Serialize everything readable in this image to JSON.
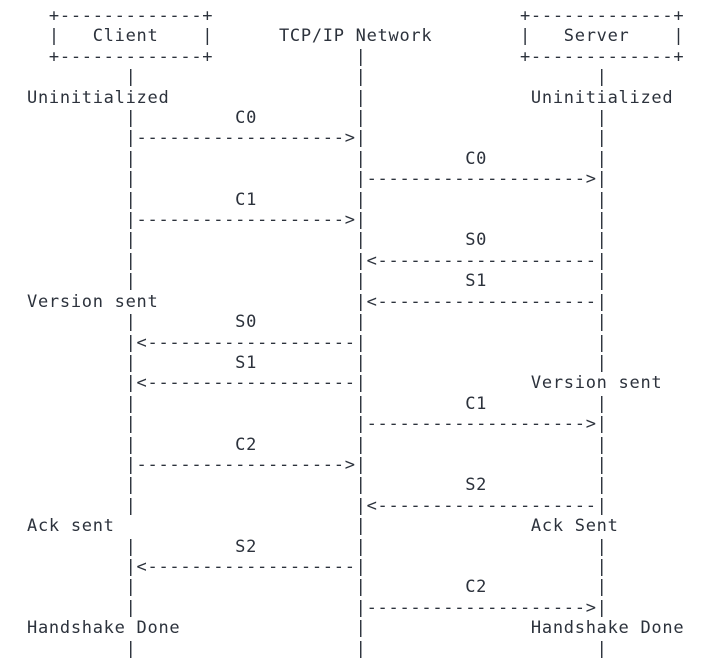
{
  "diagram": {
    "title": "RTMP Handshake Sequence Diagram",
    "type": "ascii-sequence-diagram",
    "text_color": "#2c323c",
    "background_color": "#ffffff",
    "font": "monospace",
    "columns": [
      {
        "name": "client",
        "label": "Client",
        "boxed": true,
        "lifeline_char_col": 9
      },
      {
        "name": "network",
        "label": "TCP/IP Network",
        "boxed": false,
        "lifeline_char_col": 30
      },
      {
        "name": "server",
        "label": "Server",
        "boxed": true,
        "lifeline_char_col": 52
      }
    ],
    "box_border_top": "+-------------+",
    "box_border_bottom": "+-------------+",
    "states": {
      "client": [
        "Uninitialized",
        "Version sent",
        "Ack sent",
        "Handshake Done"
      ],
      "server": [
        "Uninitialized",
        "Version sent",
        "Ack Sent",
        "Handshake Done"
      ]
    },
    "messages_left": [
      {
        "label": "C0",
        "direction": "right"
      },
      {
        "label": "C1",
        "direction": "right"
      },
      {
        "label": "S0",
        "direction": "left"
      },
      {
        "label": "S1",
        "direction": "left"
      },
      {
        "label": "C2",
        "direction": "right"
      },
      {
        "label": "S2",
        "direction": "left"
      }
    ],
    "messages_right": [
      {
        "label": "C0",
        "direction": "right"
      },
      {
        "label": "S0",
        "direction": "left"
      },
      {
        "label": "S1",
        "direction": "left"
      },
      {
        "label": "C1",
        "direction": "right"
      },
      {
        "label": "S2",
        "direction": "left"
      },
      {
        "label": "C2",
        "direction": "right"
      }
    ],
    "arrow_right_left_span": "|------------------>|",
    "arrow_left_left_span": "|<------------------|",
    "arrow_right_right_span": "|------------------>|",
    "arrow_left_right_span": "|<------------------|",
    "rows": [
      "   +-------------+                    +-------------+",
      "   |   Client    |   TCP/IP Network   |   Server    |",
      "   +-------------+         |          +-------------+",
      "         |                 |                |",
      "Uninitialized              |          Uninitialized",
      "         |       C0        |                |",
      "         |------------------>|      C0      |",
      "         |                 |------------------>|",
      "         |       C1        |                |",
      "         |------------------>|      S0      |",
      "         |                 |<------------------|",
      "         |                 |      S1        |",
      "Version sent               |<------------------|",
      "         |       S0        |                |",
      "         |<------------------|              |",
      "         |       S1        |                |",
      "         |<------------------|   Version sent",
      "         |                 |      C1        |",
      "         |                 |------------------>|",
      "         |       C2        |                |",
      "         |------------------>|      S2      |",
      "         |                 |<------------------|",
      "Ack sent |                 |        Ack Sent",
      "         |       S2        |                |",
      "         |<------------------|              |",
      "         |                 |      C2        |",
      "         |                 |------------------>|",
      "Handshake Done             |       Handshake Done",
      "         |                 |                |"
    ]
  }
}
